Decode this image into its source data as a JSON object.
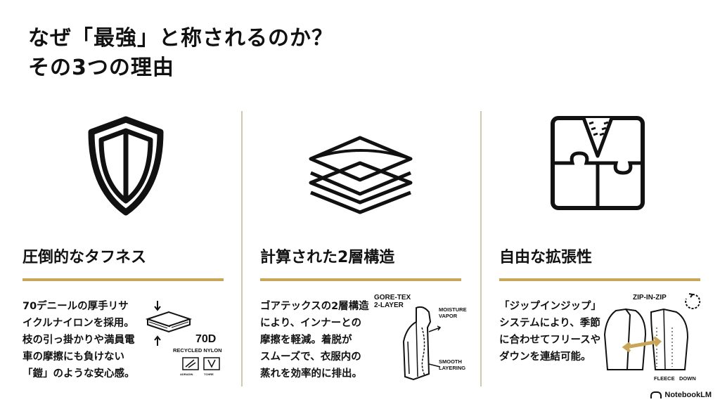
{
  "title": {
    "line1": "なぜ「最強」と称されるのか？",
    "line2": "その3つの理由"
  },
  "colors": {
    "accent": "#c9a55a",
    "divider": "#d8c8a8",
    "text": "#111111"
  },
  "columns": [
    {
      "icon": "shield-icon",
      "heading": "圧倒的なタフネス",
      "description": "70デニールの厚手リサ\nイクルナイロンを採用。\n枝の引っ掛かりや満員電\n車の摩擦にも負けない\n「鎧」のような安心感。",
      "illustration": {
        "icon": "fabric-layers-icon",
        "big_label": "70D",
        "sub_label": "RECYCLED NYLON",
        "badge1": "ADRADIN",
        "badge2": "TCHRE"
      }
    },
    {
      "icon": "layers-icon",
      "heading": "計算された2層構造",
      "description": "ゴアテックスの2層構造\nにより、インナーとの\n摩擦を軽減。着脱が\nスムーズで、衣服内の\n蒸れを効率的に排出。",
      "illustration": {
        "icon": "jacket-cross-section-icon",
        "title": "GORE-TEX\n2-LAYER",
        "label1": "MOISTURE\nVAPOR",
        "label2": "SMOOTH\nLAYERING"
      }
    },
    {
      "icon": "puzzle-zipper-icon",
      "heading": "自由な拡張性",
      "description": "「ジップインジップ」\nシステムにより、季節\nに合わせてフリースや\nダウンを連結可能。",
      "illustration": {
        "icon": "zip-in-zip-jackets-icon",
        "title": "ZIP-IN-ZIP",
        "label1": "FLEECE",
        "label2": "DOWN"
      }
    }
  ],
  "footer": {
    "brand": "NotebookLM",
    "icon": "notebooklm-logo-icon"
  }
}
